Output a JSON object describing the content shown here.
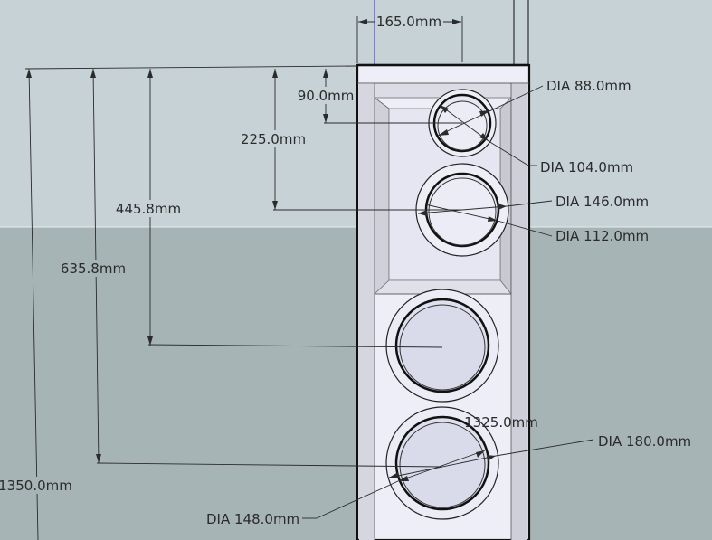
{
  "colors": {
    "sky": "#c7d2d6",
    "ground": "#a7b4b5",
    "cabinet_face": "#eeeef8",
    "cabinet_inner": "#e6e6f2",
    "cabinet_shadow": "#9a9aa0",
    "line": "#111111",
    "dimension": "#2b2b2b",
    "axis_blue": "#2a2ad8",
    "axis_red": "#d84a4a"
  },
  "dimensions": {
    "width": "165.0mm",
    "h90": "90.0mm",
    "h225": "225.0mm",
    "h445": "445.8mm",
    "h635": "635.8mm",
    "h1350": "1350.0mm",
    "depth": "1325.0mm"
  },
  "diameters": {
    "tweeter_outer": "DIA 104.0mm",
    "tweeter_inner": "DIA 88.0mm",
    "mid_outer": "DIA 146.0mm",
    "mid_inner": "DIA 112.0mm",
    "woofer_outer": "DIA 180.0mm",
    "woofer_inner": "DIA 148.0mm"
  }
}
